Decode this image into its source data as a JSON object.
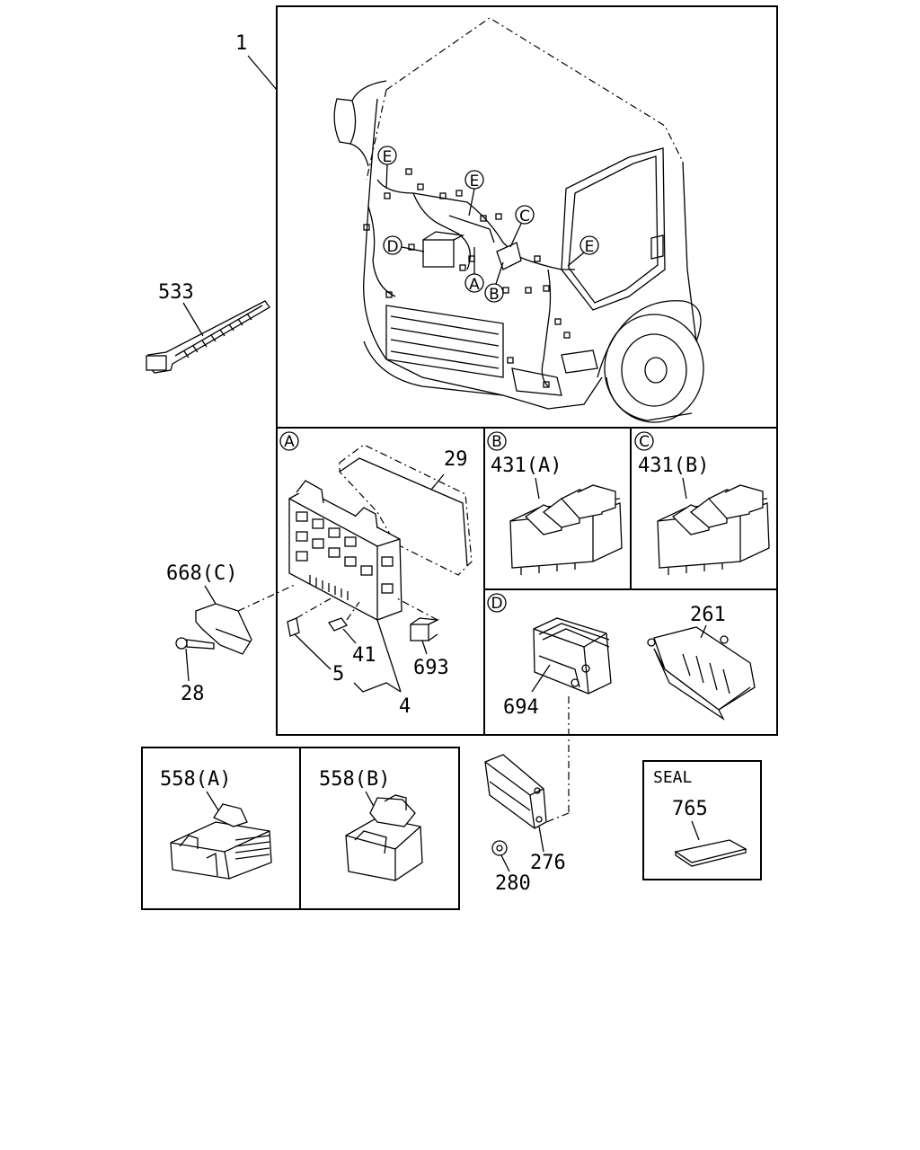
{
  "callouts": {
    "p1": "1",
    "p533": "533",
    "p29": "29",
    "p431a": "431(A)",
    "p431b": "431(B)",
    "p668c": "668(C)",
    "p28": "28",
    "p5": "5",
    "p41": "41",
    "p693": "693",
    "p4": "4",
    "p261": "261",
    "p694": "694",
    "p558a": "558(A)",
    "p558b": "558(B)",
    "p276": "276",
    "p280": "280",
    "p765": "765"
  },
  "seal_title": "SEAL",
  "view_markers": {
    "A": "A",
    "B": "B",
    "C": "C",
    "D": "D",
    "E": "E"
  }
}
